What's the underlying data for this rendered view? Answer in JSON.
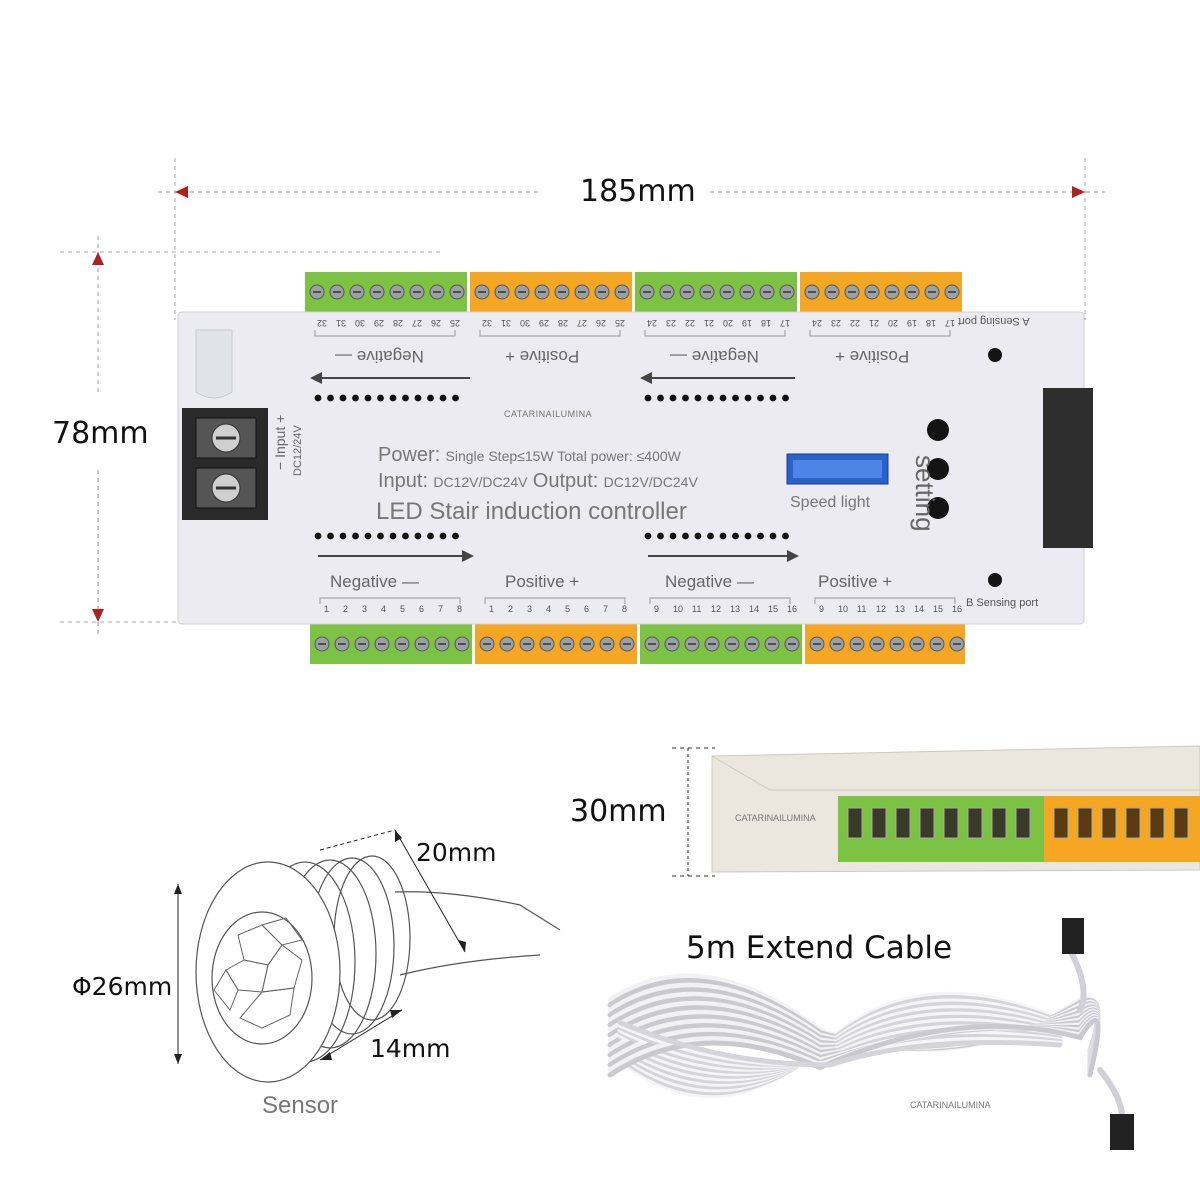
{
  "dimensions": {
    "width": "185mm",
    "height": "78mm",
    "thickness": "30mm",
    "sensor_length": "20mm",
    "sensor_diameter": "Φ26mm",
    "sensor_depth": "14mm"
  },
  "controller": {
    "power_label": "Power:",
    "power_detail": "Single Step≤15W Total power: ≤400W",
    "input_label": "Input:",
    "input_detail": "DC12V/DC24V",
    "output_label": "Output:",
    "output_detail": "DC12V/DC24V",
    "product_name": "LED Stair induction controller",
    "speed_light": "Speed light",
    "setting": "setting",
    "a_port": "A Sensing port",
    "b_port": "B Sensing port",
    "input_terminal": "Input",
    "input_voltage": "DC12/24V",
    "plus": "+",
    "minus": "−",
    "top_groups": [
      "Negative",
      "Positive",
      "Negative",
      "Positive"
    ],
    "bottom_groups": [
      "Negative",
      "Positive",
      "Negative",
      "Positive"
    ],
    "top_numbers": [
      [
        "32",
        "31",
        "30",
        "29",
        "28",
        "27",
        "26",
        "25"
      ],
      [
        "32",
        "31",
        "30",
        "29",
        "28",
        "27",
        "26",
        "25"
      ],
      [
        "24",
        "23",
        "22",
        "21",
        "20",
        "19",
        "18",
        "17"
      ],
      [
        "24",
        "23",
        "22",
        "21",
        "20",
        "19",
        "18",
        "17"
      ]
    ],
    "bottom_numbers": [
      [
        "1",
        "2",
        "3",
        "4",
        "5",
        "6",
        "7",
        "8"
      ],
      [
        "1",
        "2",
        "3",
        "4",
        "5",
        "6",
        "7",
        "8"
      ],
      [
        "9",
        "10",
        "11",
        "12",
        "13",
        "14",
        "15",
        "16"
      ],
      [
        "9",
        "10",
        "11",
        "12",
        "13",
        "14",
        "15",
        "16"
      ]
    ]
  },
  "sensor": {
    "label": "Sensor"
  },
  "cable": {
    "label": "5m Extend Cable"
  },
  "watermark": "CATARINAILUMINA",
  "colors": {
    "green_terminal": "#7cc243",
    "orange_terminal": "#f5a623",
    "case": "#ececf2",
    "dim_arrow": "#b02020"
  }
}
